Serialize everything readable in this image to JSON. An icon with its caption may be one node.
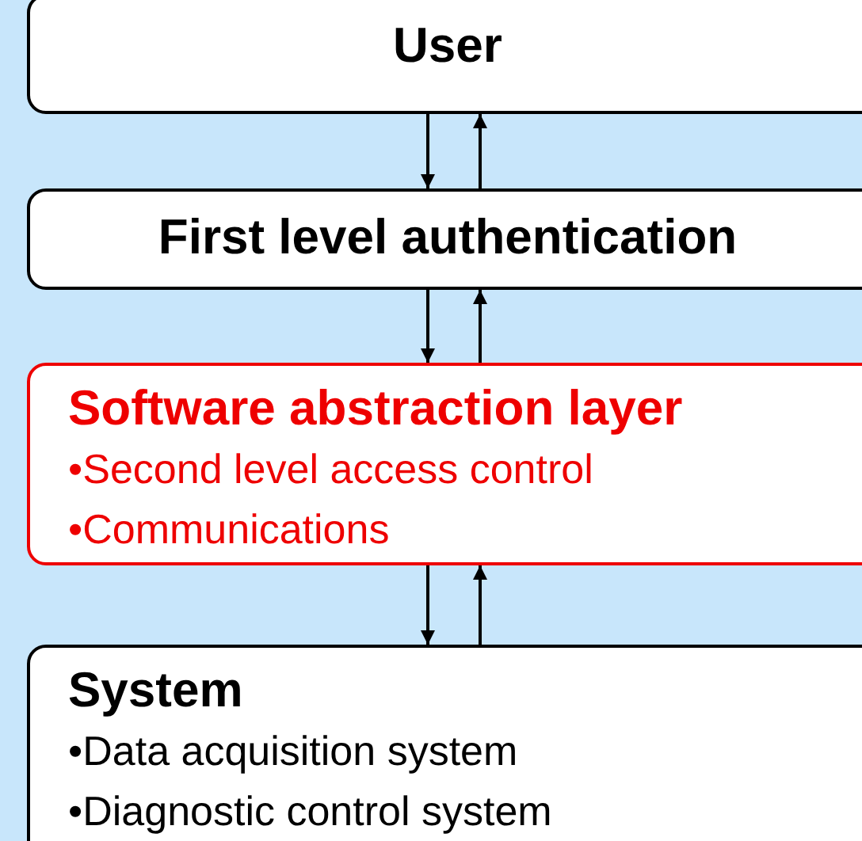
{
  "diagram": {
    "nodes": [
      {
        "text": [
          "User"
        ]
      },
      {
        "text": [
          "First level authentication"
        ]
      },
      {
        "text": [
          "Software abstraction layer",
          "•Second level access control",
          "•Communications"
        ]
      },
      {
        "text": [
          "System",
          "•Data acquisition system",
          "•Diagnostic control system"
        ]
      }
    ],
    "edges": [
      {
        "from": 0,
        "to": 1,
        "arrow": "to"
      },
      {
        "from": 1,
        "to": 0,
        "arrow": "to"
      },
      {
        "from": 1,
        "to": 2,
        "arrow": "to"
      },
      {
        "from": 2,
        "to": 1,
        "arrow": "to"
      },
      {
        "from": 2,
        "to": 3,
        "arrow": "to"
      },
      {
        "from": 3,
        "to": 2,
        "arrow": "to"
      }
    ]
  }
}
